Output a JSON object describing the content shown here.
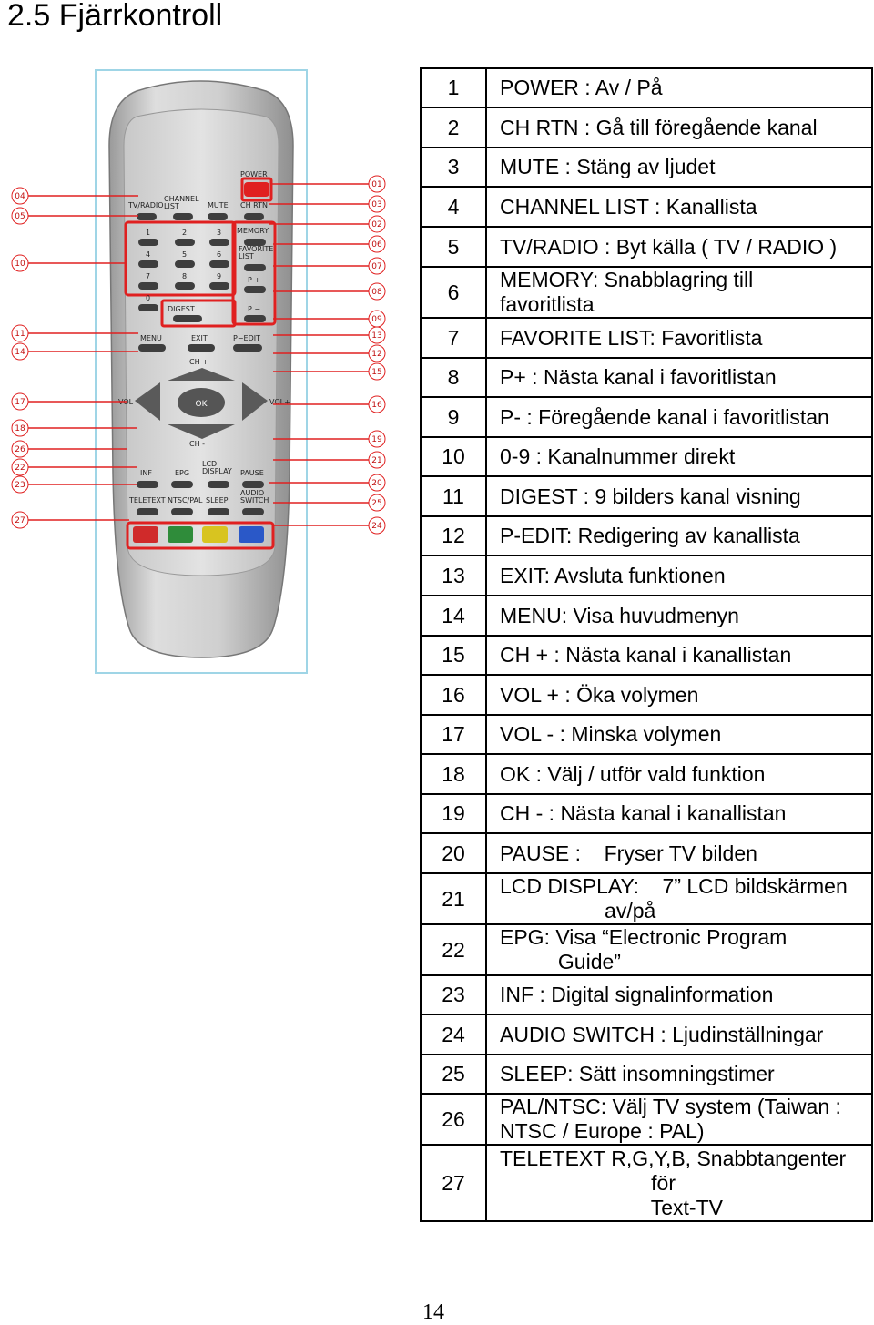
{
  "header": {
    "title": "2.5 Fjärrkontroll"
  },
  "remote": {
    "labels": {
      "power": "POWER",
      "tv_radio": "TV/RADIO",
      "channel_list": "CHANNEL\nLIST",
      "mute": "MUTE",
      "ch_rtn": "CH RTN",
      "memory": "MEMORY",
      "favorite_list": "FAVORITE\nLIST",
      "p_plus": "P +",
      "p_minus": "P −",
      "digest": "DIGEST",
      "menu": "MENU",
      "exit": "EXIT",
      "p_edit": "P−EDIT",
      "ch_plus": "CH +",
      "ch_minus": "CH -",
      "ok": "OK",
      "vol_minus": "VOL",
      "vol_plus": "VOL+",
      "inf": "INF",
      "epg": "EPG",
      "lcd_display": "LCD\nDISPLAY",
      "pause": "PAUSE",
      "teletext": "TELETEXT",
      "ntsc_pal": "NTSC/PAL",
      "sleep": "SLEEP",
      "audio_switch": "AUDIO\nSWITCH",
      "digits": [
        "1",
        "2",
        "3",
        "4",
        "5",
        "6",
        "7",
        "8",
        "9",
        "0"
      ],
      "color_keys": [
        "R",
        "G",
        "Y",
        "B"
      ]
    },
    "callouts_right": [
      "01",
      "03",
      "02",
      "06",
      "07",
      "08",
      "09",
      "13",
      "12",
      "15",
      "16",
      "19",
      "21",
      "20",
      "25",
      "24"
    ],
    "callouts_left": [
      "04",
      "05",
      "10",
      "11",
      "14",
      "17",
      "18",
      "26",
      "22",
      "23",
      "27"
    ]
  },
  "table": {
    "rows": [
      {
        "num": "1",
        "text": "POWER : Av / På"
      },
      {
        "num": "2",
        "text": "CH RTN : Gå till föregående kanal"
      },
      {
        "num": "3",
        "text": "MUTE : Stäng av ljudet"
      },
      {
        "num": "4",
        "text": "CHANNEL LIST : Kanallista"
      },
      {
        "num": "5",
        "text": "TV/RADIO : Byt källa ( TV / RADIO )"
      },
      {
        "num": "6",
        "text": "MEMORY: Snabblagring till\nfavoritlista"
      },
      {
        "num": "7",
        "text": "FAVORITE LIST: Favoritlista"
      },
      {
        "num": "8",
        "text": "P+ : Nästa kanal i favoritlistan"
      },
      {
        "num": "9",
        "text": "P- : Föregående kanal i favoritlistan"
      },
      {
        "num": "10",
        "text": "0-9 : Kanalnummer direkt"
      },
      {
        "num": "11",
        "text": "DIGEST : 9 bilders kanal visning"
      },
      {
        "num": "12",
        "text": "P-EDIT: Redigering av kanallista"
      },
      {
        "num": "13",
        "text": "EXIT: Avsluta funktionen"
      },
      {
        "num": "14",
        "text": "MENU: Visa huvudmenyn"
      },
      {
        "num": "15",
        "text": "CH + : Nästa kanal i kanallistan"
      },
      {
        "num": "16",
        "text": "VOL + : Öka volymen"
      },
      {
        "num": "17",
        "text": "VOL - : Minska volymen"
      },
      {
        "num": "18",
        "text": "OK : Välj / utför vald funktion"
      },
      {
        "num": "19",
        "text": "CH - : Nästa kanal i kanallistan"
      },
      {
        "num": "20",
        "text": "PAUSE :    Fryser TV bilden"
      },
      {
        "num": "21",
        "text": "LCD DISPLAY:    7” LCD bildskärmen\n                  av/på"
      },
      {
        "num": "22",
        "text": "EPG: Visa “Electronic Program\n          Guide”"
      },
      {
        "num": "23",
        "text": "INF : Digital signalinformation"
      },
      {
        "num": "24",
        "text": "AUDIO SWITCH : Ljudinställningar"
      },
      {
        "num": "25",
        "text": "SLEEP: Sätt insomningstimer"
      },
      {
        "num": "26",
        "text": "PAL/NTSC: Välj TV system (Taiwan :\nNTSC / Europe : PAL)"
      },
      {
        "num": "27",
        "text": "TELETEXT R,G,Y,B, Snabbtangenter\n                          för\n                          Text-TV"
      }
    ]
  },
  "footer": {
    "page_number": "14"
  }
}
